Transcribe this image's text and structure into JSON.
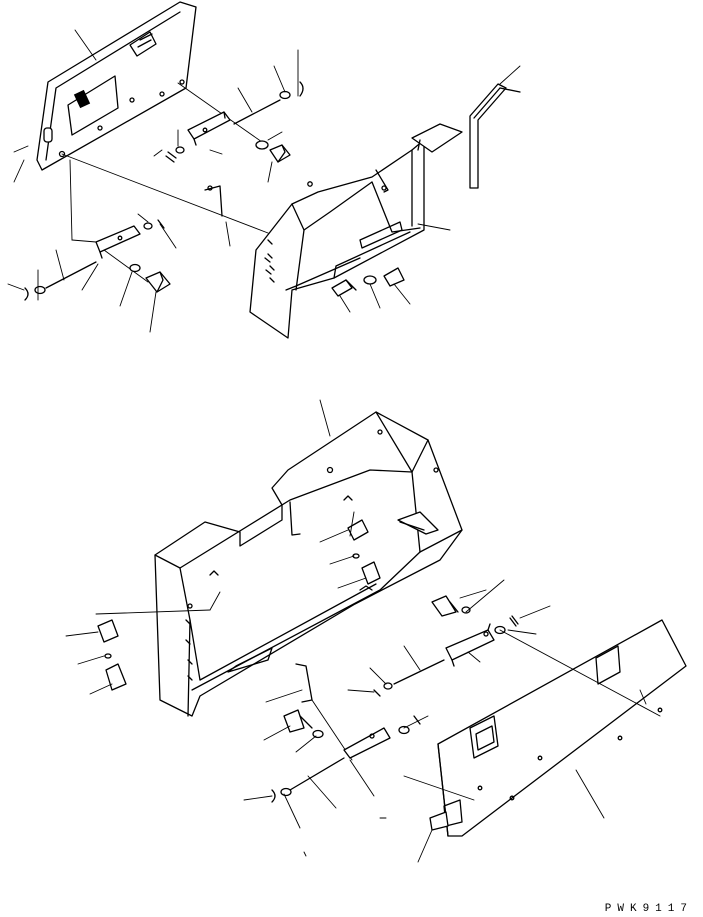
{
  "drawing": {
    "code": "PWK9117",
    "views": [
      {
        "name": "upper-exploded-view"
      },
      {
        "name": "lower-exploded-view"
      }
    ]
  }
}
